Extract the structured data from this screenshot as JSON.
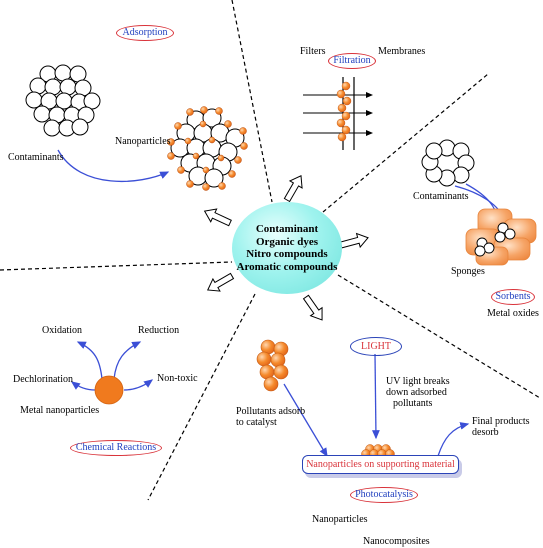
{
  "center": {
    "line1": "Contaminant",
    "line2": "Organic dyes",
    "line3": "Nitro compounds",
    "line4": "Aromatic compounds"
  },
  "adsorption": {
    "title": "Adsorption",
    "nanoparticles": "Nanoparticles",
    "contaminants": "Contaminants"
  },
  "filtration": {
    "title": "Filtration",
    "filters": "Filters",
    "membranes": "Membranes"
  },
  "sorbents": {
    "title": "Sorbents",
    "contaminants": "Contaminants",
    "sponges": "Sponges",
    "metal_oxides": "Metal oxides"
  },
  "chemical_reactions": {
    "title": "Chemical Reactions",
    "oxidation": "Oxidation",
    "reduction": "Reduction",
    "dechlorination": "Dechlorination",
    "non_toxic": "Non-toxic",
    "metal_nanoparticles": "Metal nanoparticles"
  },
  "photocatalysis": {
    "title": "Photocatalysis",
    "light": "LIGHT",
    "uv_line1": "UV light breaks",
    "uv_line2": "down adsorbed",
    "uv_line3": "pollutants",
    "pollutants_line1": "Pollutants adsorb",
    "pollutants_line2": "to catalyst",
    "final_line1": "Final products",
    "final_line2": "desorb",
    "support": "Nanoparticles on supporting material",
    "nanoparticles": "Nanoparticles",
    "nanocomposites": "Nanocomposites"
  },
  "colors": {
    "orange": "#f07a1e",
    "cyan": "#8eefe9",
    "blue_arrow": "#3b4fd6",
    "label_blue": "#1f3fbf",
    "pill_red": "#d9343b"
  }
}
